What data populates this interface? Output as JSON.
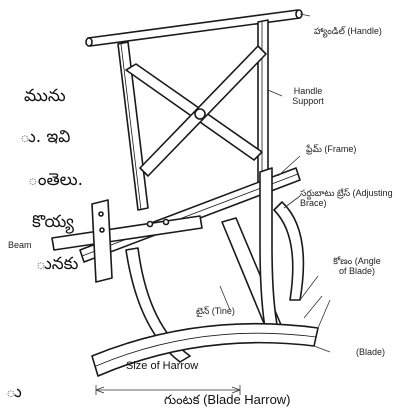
{
  "body_text": {
    "lines": [
      "మును",
      "ు. ఇవి",
      "ంతెలు.",
      "కొయ్య",
      "ునకు",
      "ు"
    ]
  },
  "labels": {
    "handle": "హ్యాండిల్ (Handle)",
    "handle_support": "Handle Support",
    "frame": "ఫ్రేమ్ (Frame)",
    "adjusting_brace": "సర్దుబాటు బ్రేస్ (Adjusting Brace)",
    "beam": "Beam",
    "angle_of_blade": "కోణం (Angle of Blade)",
    "tine": "టైన్ (Tine)",
    "blade": "(Blade)",
    "size_of_harrow": "Size of Harrow",
    "caption": "గుంటక (Blade Harrow)"
  }
}
